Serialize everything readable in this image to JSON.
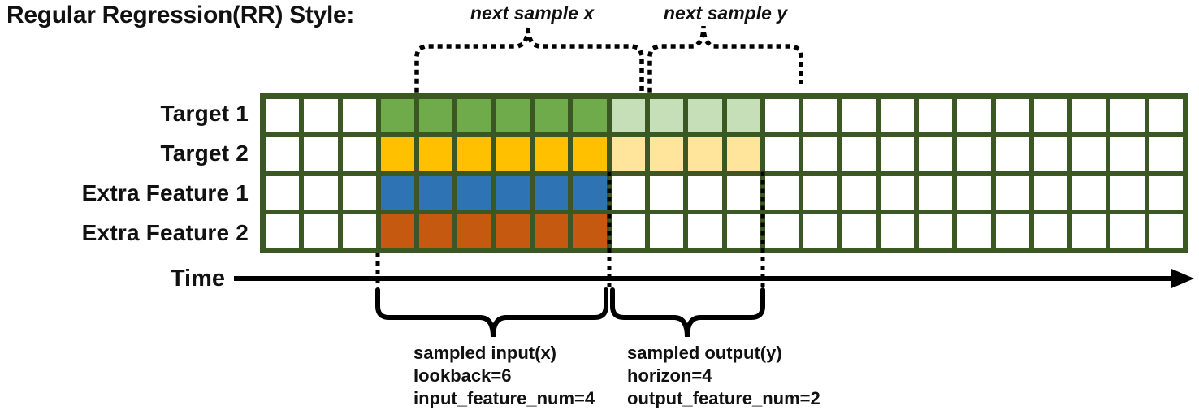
{
  "title": "Regular Regression(RR) Style:",
  "annotations": {
    "next_sample_x": "next sample x",
    "next_sample_y": "next sample y",
    "input_lines": [
      "sampled input(x)",
      "lookback=6",
      "input_feature_num=4"
    ],
    "output_lines": [
      "sampled output(y)",
      "horizon=4",
      "output_feature_num=2"
    ]
  },
  "time_axis": {
    "label": "Time"
  },
  "grid": {
    "columns": 24,
    "input_cols": {
      "start": 4,
      "end": 9
    },
    "output_cols": {
      "start": 10,
      "end": 13
    },
    "colors": {
      "frame": "#3B5723",
      "empty_cell": "#FFFFFF",
      "annotation_stroke": "#000000"
    },
    "rows": [
      {
        "label": "Target 1",
        "input_color": "#6FAA4B",
        "output_color": "#C7DFB8"
      },
      {
        "label": "Target 2",
        "input_color": "#FFC000",
        "output_color": "#FFE59B"
      },
      {
        "label": "Extra Feature 1",
        "input_color": "#2E73B4",
        "output_color": null
      },
      {
        "label": "Extra Feature 2",
        "input_color": "#C4590F",
        "output_color": null
      }
    ]
  }
}
